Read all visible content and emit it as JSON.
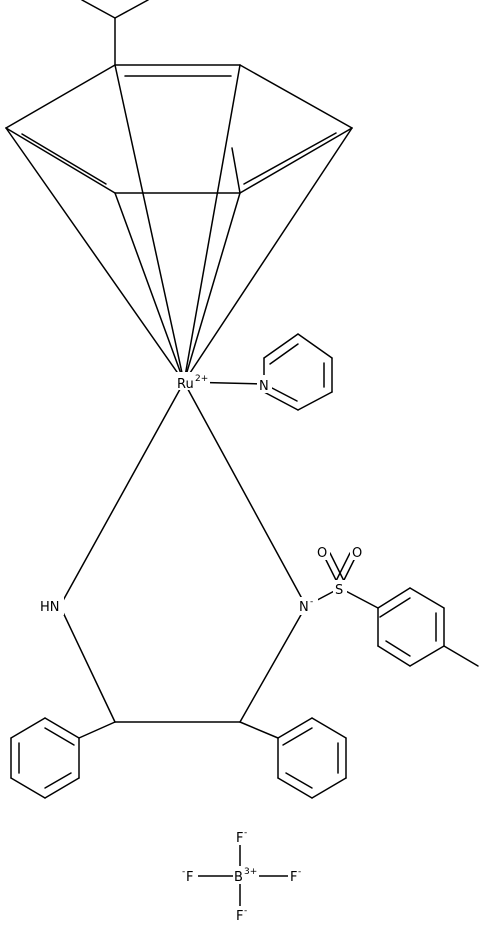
{
  "diagram": {
    "atoms": {
      "ru": {
        "symbol": "Ru",
        "charge": "2+"
      },
      "n_pyridine": {
        "symbol": "N",
        "charge": ""
      },
      "n_amine": {
        "symbol": "HN",
        "charge": ""
      },
      "n_sulfonamide": {
        "symbol": "N",
        "charge": "-"
      },
      "sulfur": {
        "symbol": "S",
        "charge": ""
      },
      "oxygen_1": {
        "symbol": "O",
        "charge": ""
      },
      "oxygen_2": {
        "symbol": "O",
        "charge": ""
      },
      "boron": {
        "symbol": "B",
        "charge": "3+"
      },
      "fluorine_top": {
        "symbol": "F",
        "charge": "-"
      },
      "fluorine_left": {
        "symbol": "F",
        "charge": "-"
      },
      "fluorine_right": {
        "symbol": "F",
        "charge": "-"
      },
      "fluorine_bottom": {
        "symbol": "F",
        "charge": "-"
      }
    },
    "colors": {
      "ink": "#000000",
      "background": "#ffffff"
    }
  }
}
